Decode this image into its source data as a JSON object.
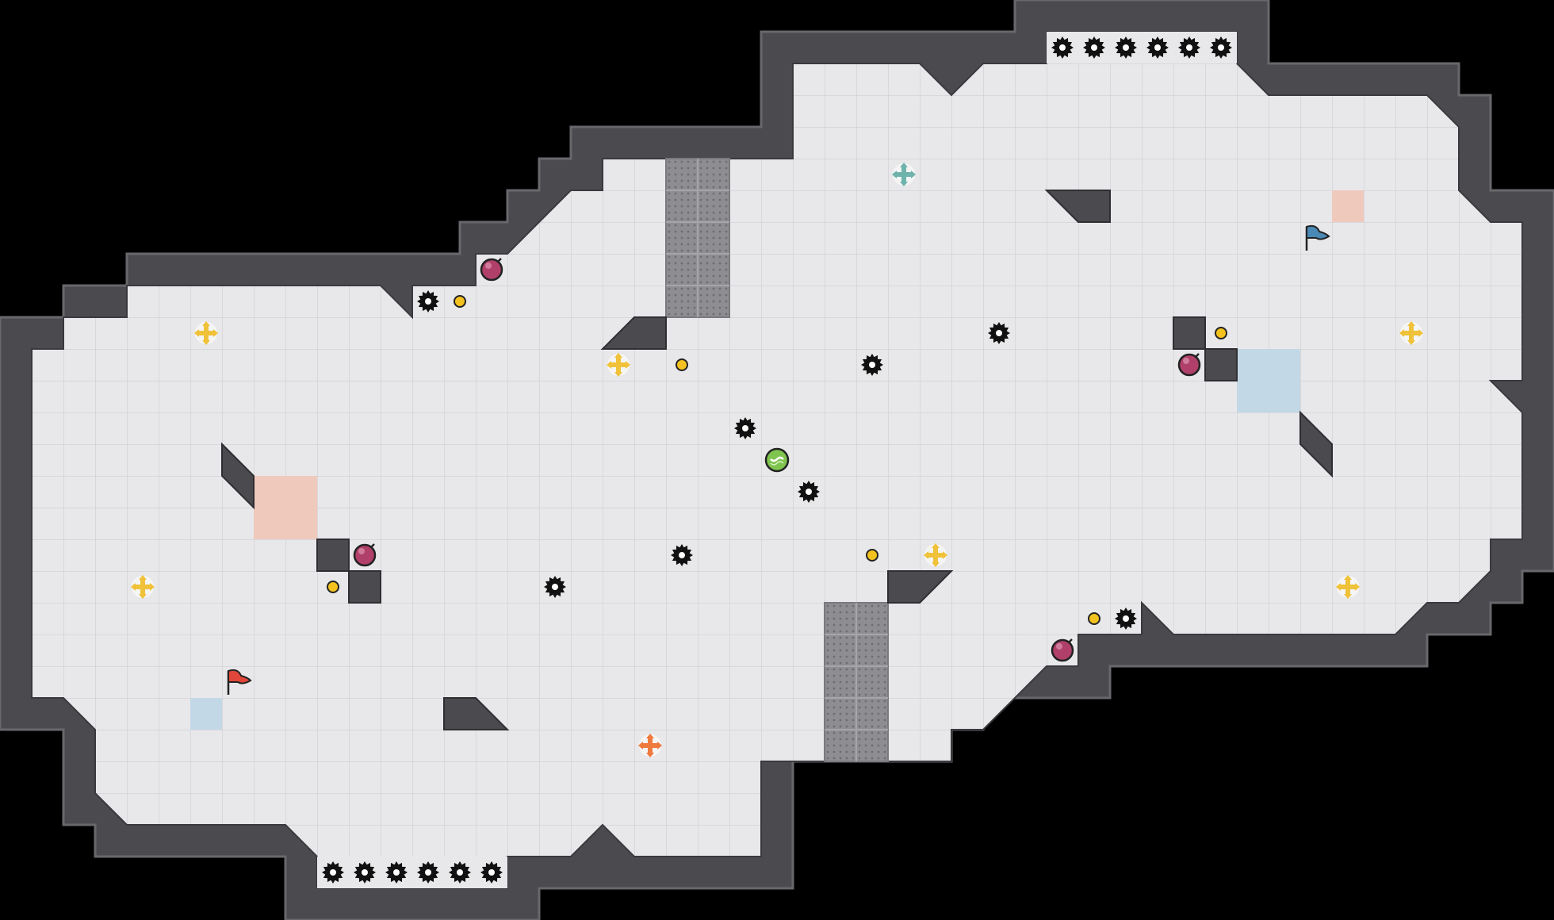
{
  "level": {
    "grid_cols": 49,
    "grid_rows": 29,
    "colors": {
      "background": "#000000",
      "floor": "#e8e8ea",
      "grid_line": "#d3d3d7",
      "wall_fill": "#4b4b4f",
      "wall_border": "#646468",
      "red_zone": "#f0c9bd",
      "blue_zone": "#c3d8e6",
      "grate": "#8e8e92",
      "coin": "#f4c21f",
      "move_pad_yellow": "#f0c23a",
      "move_pad_orange": "#ef7a3e",
      "move_pad_teal": "#6fb3ad",
      "saw": "#111111",
      "bomb": "#b0406a",
      "player": "#7fc44f",
      "flag_red": "#e0473a",
      "flag_blue": "#4a88b5"
    },
    "entities": {
      "player": {
        "col": 24,
        "row": 14,
        "icon": "player-ball-icon"
      },
      "flags": [
        {
          "team": "red",
          "col": 7,
          "row": 21,
          "icon": "red-flag-icon"
        },
        {
          "team": "blue",
          "col": 41,
          "row": 7,
          "icon": "blue-flag-icon"
        }
      ],
      "coins": [
        {
          "col": 14,
          "row": 9
        },
        {
          "col": 21,
          "row": 11
        },
        {
          "col": 38,
          "row": 10
        },
        {
          "col": 10,
          "row": 18
        },
        {
          "col": 27,
          "row": 17
        },
        {
          "col": 34,
          "row": 19
        }
      ],
      "saws": [
        {
          "col": 13,
          "row": 9
        },
        {
          "col": 31,
          "row": 10
        },
        {
          "col": 27,
          "row": 11
        },
        {
          "col": 23,
          "row": 13
        },
        {
          "col": 25,
          "row": 15
        },
        {
          "col": 21,
          "row": 17
        },
        {
          "col": 17,
          "row": 18
        },
        {
          "col": 35,
          "row": 19
        },
        {
          "col": 33,
          "row": 1
        },
        {
          "col": 34,
          "row": 1
        },
        {
          "col": 35,
          "row": 1
        },
        {
          "col": 36,
          "row": 1
        },
        {
          "col": 37,
          "row": 1
        },
        {
          "col": 38,
          "row": 1
        },
        {
          "col": 10,
          "row": 27
        },
        {
          "col": 11,
          "row": 27
        },
        {
          "col": 12,
          "row": 27
        },
        {
          "col": 13,
          "row": 27
        },
        {
          "col": 14,
          "row": 27
        },
        {
          "col": 15,
          "row": 27
        }
      ],
      "bombs": [
        {
          "col": 15,
          "row": 8
        },
        {
          "col": 37,
          "row": 11
        },
        {
          "col": 11,
          "row": 17
        },
        {
          "col": 33,
          "row": 20
        }
      ],
      "move_pads": [
        {
          "col": 6,
          "row": 10,
          "color": "yellow"
        },
        {
          "col": 19,
          "row": 11,
          "color": "yellow"
        },
        {
          "col": 44,
          "row": 10,
          "color": "yellow"
        },
        {
          "col": 4,
          "row": 18,
          "color": "yellow"
        },
        {
          "col": 29,
          "row": 17,
          "color": "yellow"
        },
        {
          "col": 42,
          "row": 18,
          "color": "yellow"
        },
        {
          "col": 28,
          "row": 5,
          "color": "teal"
        },
        {
          "col": 20,
          "row": 23,
          "color": "orange"
        }
      ]
    }
  }
}
